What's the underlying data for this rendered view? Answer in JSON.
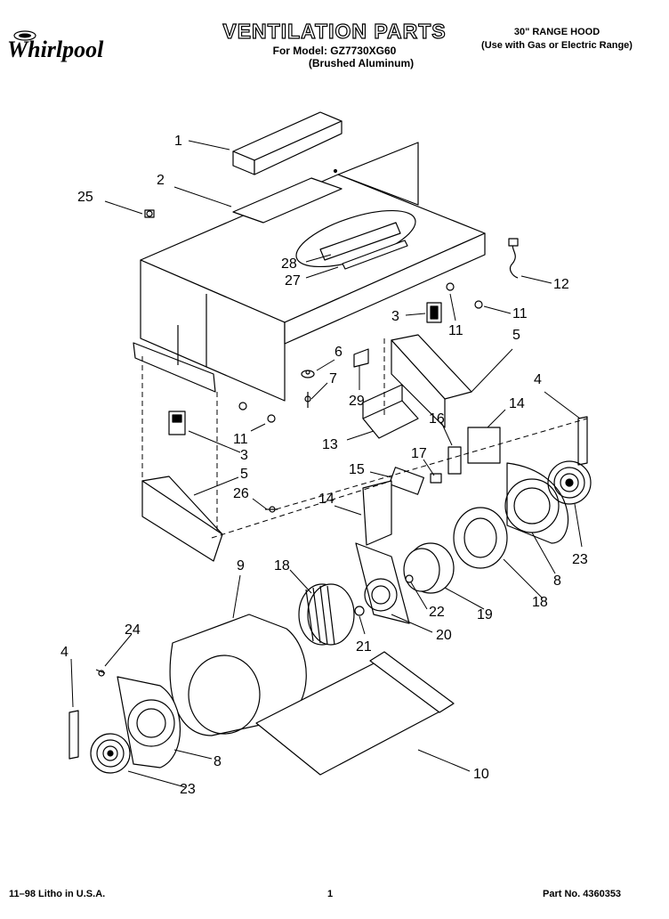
{
  "header": {
    "brand": "Whirlpool",
    "title": "VENTILATION PARTS",
    "model_line": "For Model: GZ7730XG60",
    "finish_line": "(Brushed Aluminum)",
    "product": "30\" RANGE HOOD",
    "product_note": "(Use with Gas or Electric Range)"
  },
  "callouts": {
    "c1": "1",
    "c2": "2",
    "c25": "25",
    "c28": "28",
    "c27": "27",
    "c12": "12",
    "c3a": "3",
    "c11a": "11",
    "c11b": "11",
    "c5a": "5",
    "c6": "6",
    "c7": "7",
    "c29": "29",
    "c4a": "4",
    "c14a": "14",
    "c16": "16",
    "c11c": "11",
    "c3b": "3",
    "c13": "13",
    "c17": "17",
    "c15": "15",
    "c5b": "5",
    "c26": "26",
    "c14b": "14",
    "c23a": "23",
    "c9": "9",
    "c18a": "18",
    "c8a": "8",
    "c22": "22",
    "c19": "19",
    "c18b": "18",
    "c21": "21",
    "c20": "20",
    "c24": "24",
    "c4b": "4",
    "c8b": "8",
    "c23b": "23",
    "c10": "10"
  },
  "footer": {
    "litho": "11–98 Litho in U.S.A.",
    "page": "1",
    "part_no": "Part No. 4360353"
  }
}
